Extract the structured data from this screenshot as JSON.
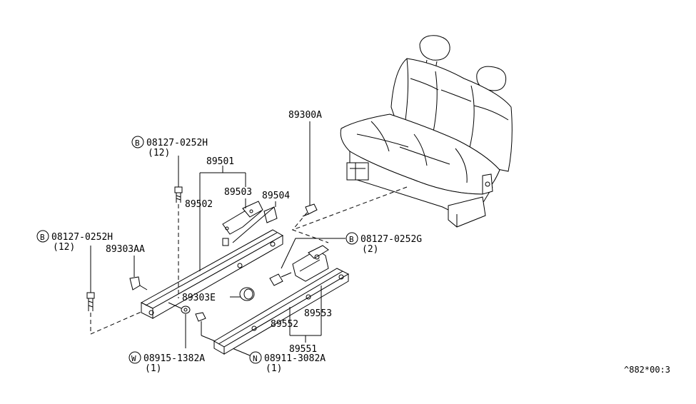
{
  "labels": {
    "p89300A": "89300A",
    "p08127_0252H_top": "08127-0252H",
    "p08127_0252H_top_qty": "(12)",
    "p89501": "89501",
    "p89503": "89503",
    "p89504": "89504",
    "p89502": "89502",
    "p08127_0252H_left": "08127-0252H",
    "p08127_0252H_left_qty": "(12)",
    "p89303AA": "89303AA",
    "p08127_0252G": "08127-0252G",
    "p08127_0252G_qty": "(2)",
    "p89303E": "89303E",
    "p89553": "89553",
    "p89552": "89552",
    "p89551": "89551",
    "p08915_1382A": "08915-1382A",
    "p08915_1382A_qty": "(1)",
    "p08911_3082A": "08911-3082A",
    "p08911_3082A_qty": "(1)",
    "diagram_code": "^882*00:3"
  },
  "markers": {
    "bolt_B": "B",
    "washer_W": "W",
    "nut_N": "N"
  }
}
